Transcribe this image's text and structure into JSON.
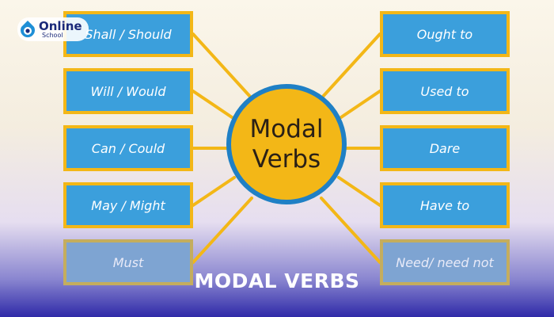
{
  "logo": {
    "name": "Online",
    "sub": "School"
  },
  "center": {
    "line1": "Modal",
    "line2": "Verbs"
  },
  "left_verbs": [
    "Shall / Should",
    "Will / Would",
    "Can / Could",
    "May / Might",
    "Must"
  ],
  "right_verbs": [
    "Ought to",
    "Used to",
    "Dare",
    "Have to",
    "Need/ need not"
  ],
  "caption": "MODAL VERBS",
  "colors": {
    "box_fill": "#3b9fdc",
    "box_border": "#f3b717",
    "circle_fill": "#f3b717",
    "circle_border": "#1f80c5",
    "caption_text": "#ffffff"
  }
}
